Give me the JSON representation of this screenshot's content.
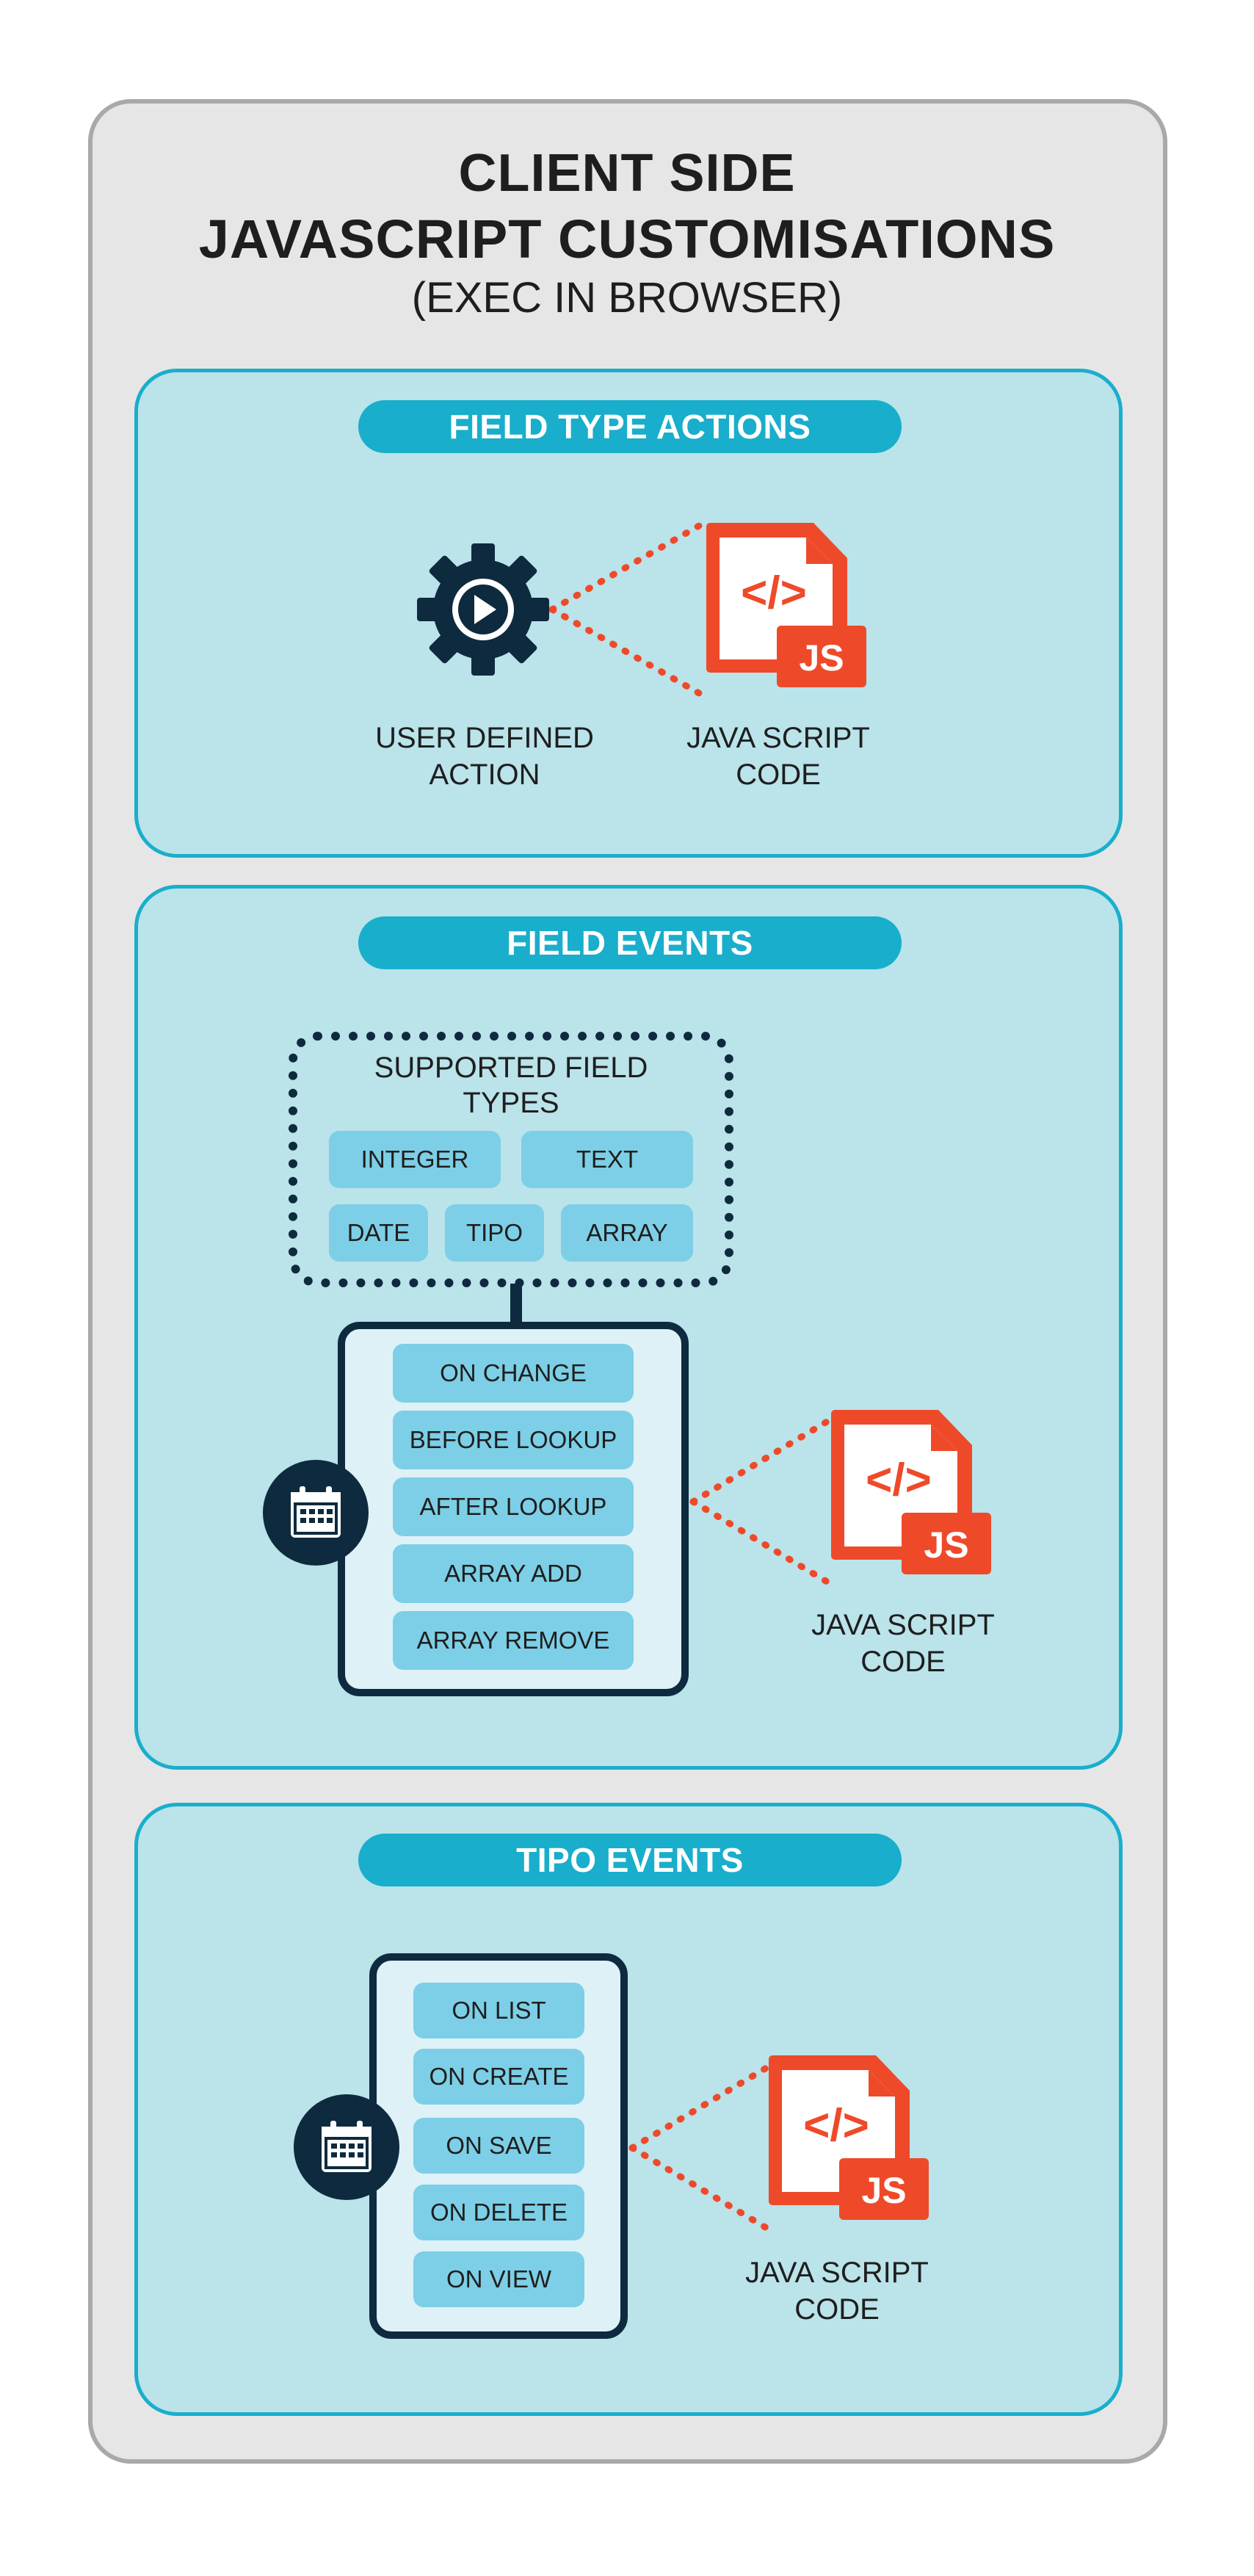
{
  "header": {
    "title_line1": "CLIENT SIDE",
    "title_line2": "JAVASCRIPT CUSTOMISATIONS",
    "subtitle": "(EXEC IN BROWSER)"
  },
  "field_type_actions": {
    "heading": "FIELD TYPE ACTIONS",
    "action_label_1": "USER DEFINED",
    "action_label_2": "ACTION",
    "code_label_1": "JAVA SCRIPT",
    "code_label_2": "CODE",
    "icons": [
      "gear-play-icon",
      "javascript-file-icon"
    ]
  },
  "field_events": {
    "heading": "FIELD EVENTS",
    "supported_title_1": "SUPPORTED FIELD",
    "supported_title_2": "TYPES",
    "field_types": [
      "INTEGER",
      "TEXT",
      "DATE",
      "TIPO",
      "ARRAY"
    ],
    "events": [
      "ON CHANGE",
      "BEFORE LOOKUP",
      "AFTER LOOKUP",
      "ARRAY ADD",
      "ARRAY REMOVE"
    ],
    "code_label_1": "JAVA SCRIPT",
    "code_label_2": "CODE",
    "icons": [
      "calendar-icon",
      "javascript-file-icon"
    ]
  },
  "tipo_events": {
    "heading": "TIPO EVENTS",
    "events": [
      "ON LIST",
      "ON CREATE",
      "ON SAVE",
      "ON DELETE",
      "ON VIEW"
    ],
    "code_label_1": "JAVA SCRIPT",
    "code_label_2": "CODE",
    "icons": [
      "calendar-icon",
      "javascript-file-icon"
    ]
  },
  "js_badge": "JS",
  "code_glyph": "</>",
  "colors": {
    "outer_bg": "#e6e6e6",
    "outer_border": "#a9a9a9",
    "panel_bg": "#bae3ea",
    "panel_border": "#1aaecd",
    "pill": "#19aecb",
    "chip": "#7ccfe6",
    "navy": "#0e2a3e",
    "js_orange": "#ee4a2a"
  }
}
